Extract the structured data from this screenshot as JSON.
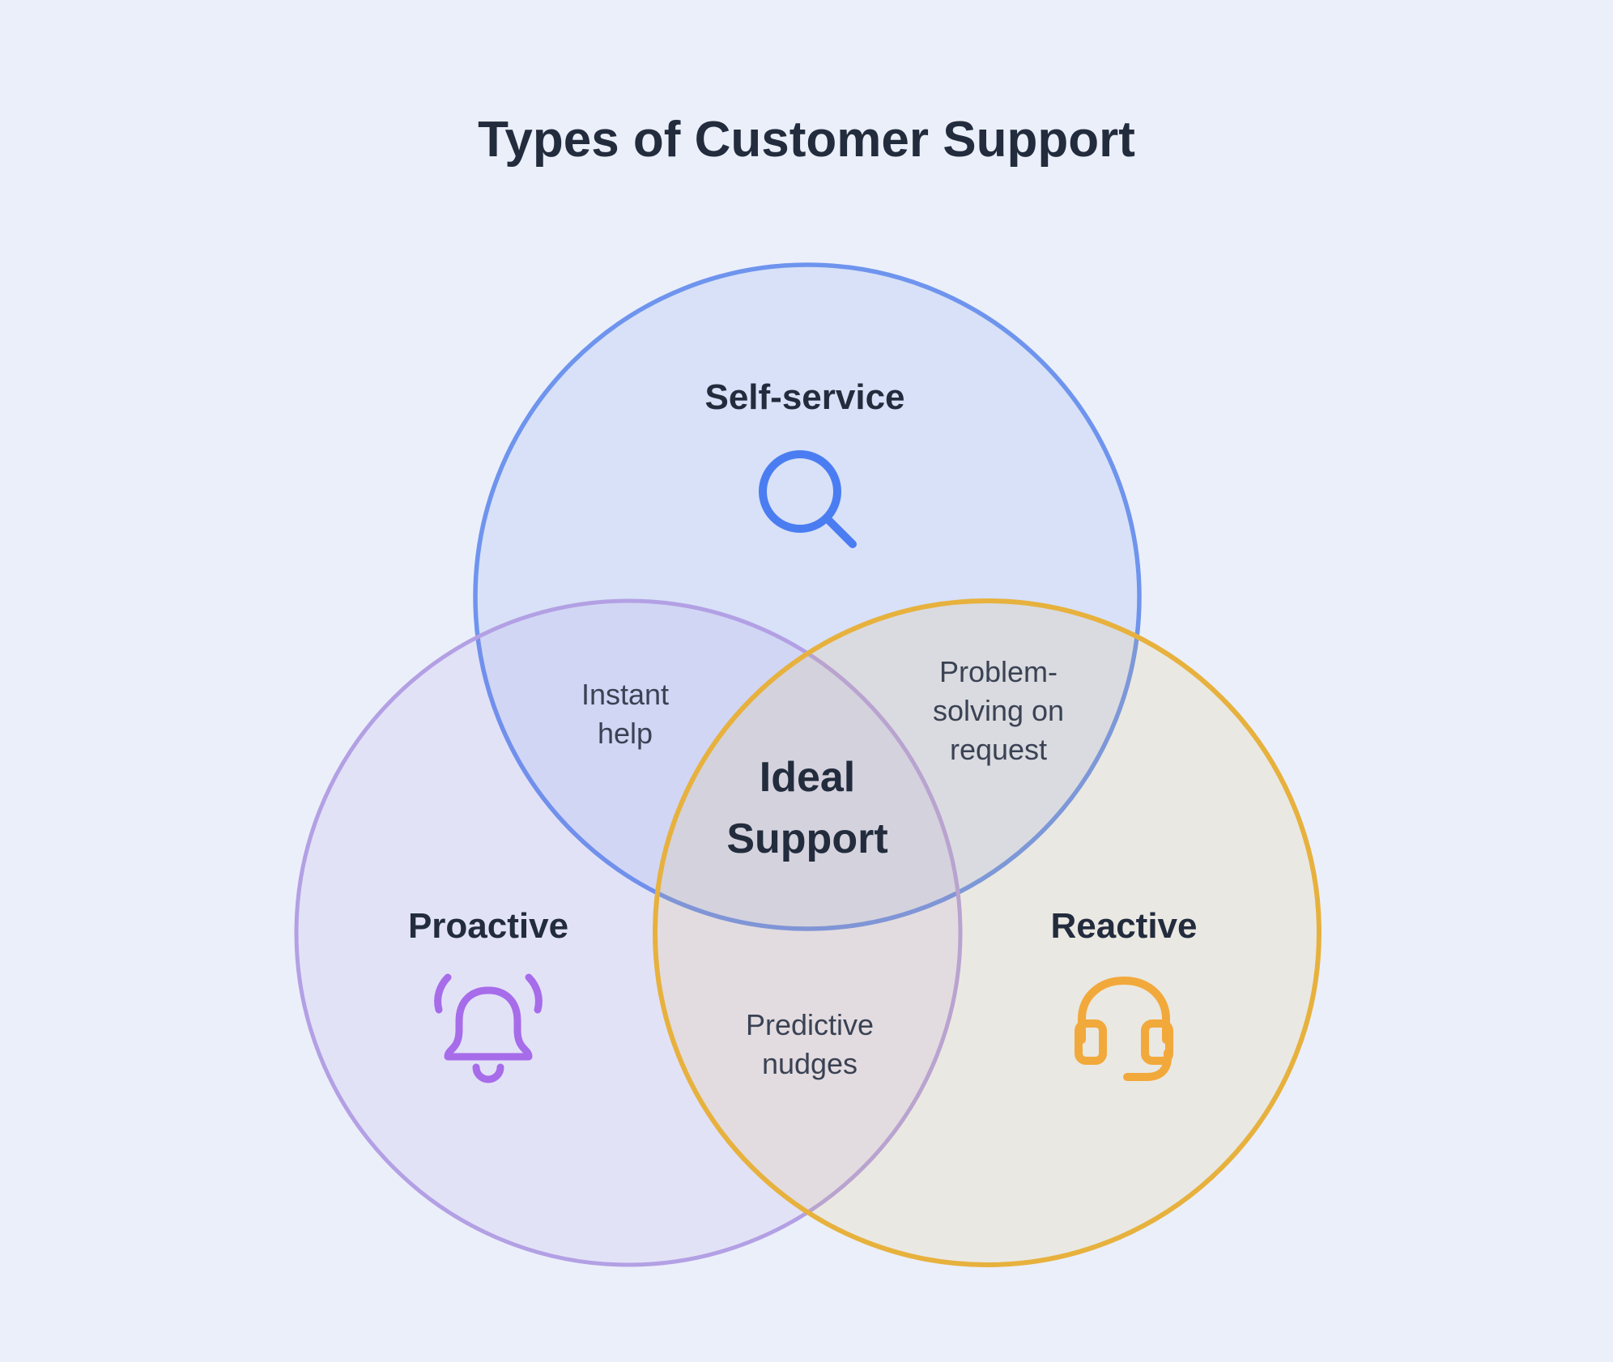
{
  "title": "Types of Customer Support",
  "colors": {
    "background": "#EBEFFA",
    "heading_text": "#222C3D",
    "overlap_text": "#3A4254",
    "blue_stroke": "#6E94EE",
    "blue_icon": "#4B7DF2",
    "purple_stroke": "#B3A0E4",
    "purple_icon": "#A76CE9",
    "yellow_stroke": "#E7B13D",
    "yellow_icon": "#F2A93B"
  },
  "circles": {
    "self_service": {
      "label": "Self-service",
      "icon": "search-icon",
      "stroke": "#6E94EE",
      "icon_color": "#4B7DF2"
    },
    "proactive": {
      "label": "Proactive",
      "icon": "bell-icon",
      "stroke": "#B3A0E4",
      "icon_color": "#A76CE9"
    },
    "reactive": {
      "label": "Reactive",
      "icon": "headset-icon",
      "stroke": "#E7B13D",
      "icon_color": "#F2A93B"
    }
  },
  "overlaps": {
    "self_proactive": {
      "lines": [
        "Instant",
        "help"
      ]
    },
    "self_reactive": {
      "lines": [
        "Problem-",
        "solving on",
        "request"
      ]
    },
    "proactive_reactive": {
      "lines": [
        "Predictive",
        "nudges"
      ]
    },
    "center": {
      "lines": [
        "Ideal",
        "Support"
      ]
    }
  }
}
